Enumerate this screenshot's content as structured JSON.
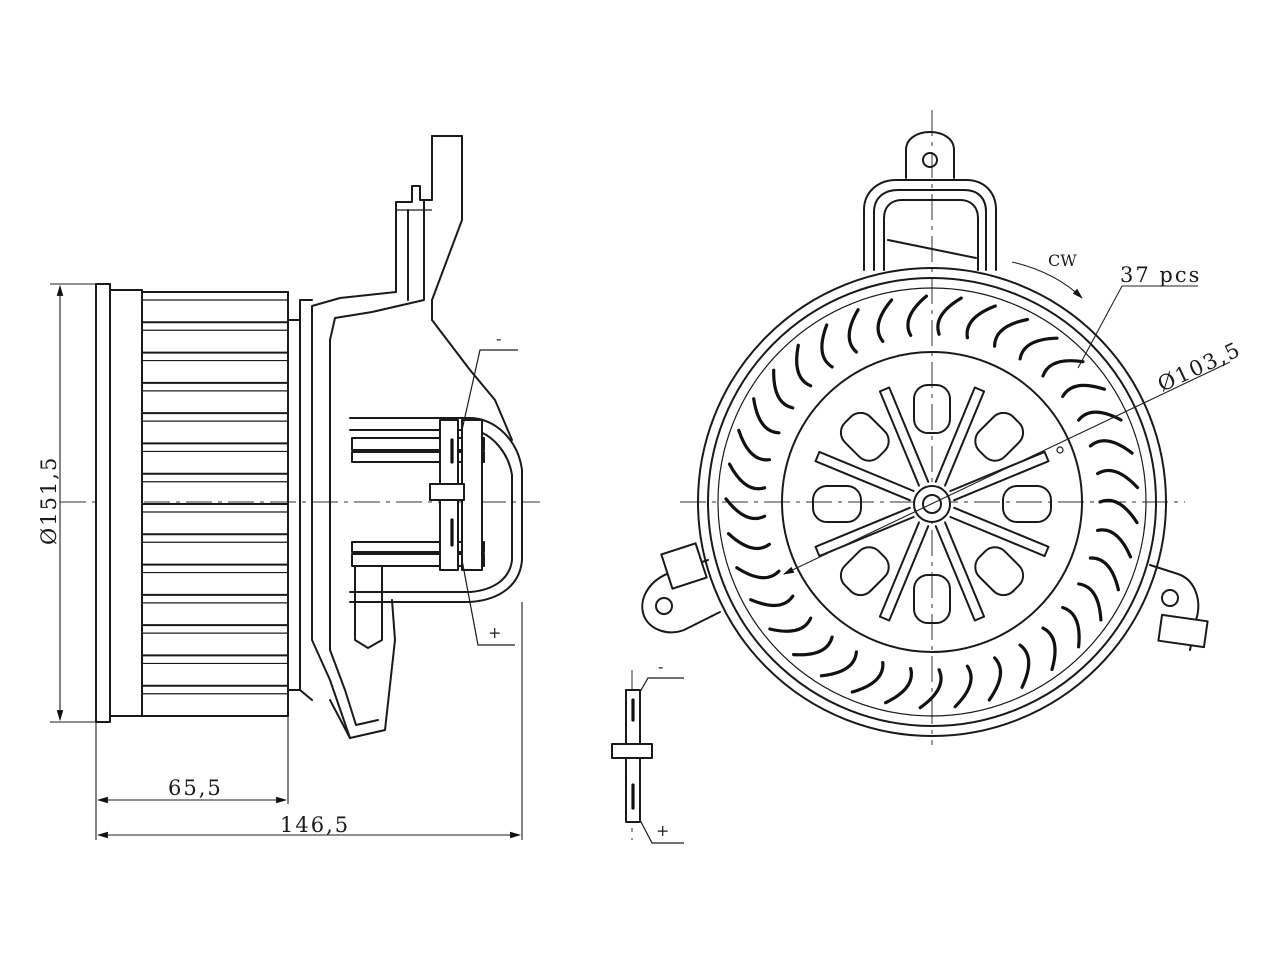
{
  "dimensions": {
    "overall_diameter": "Ø151,5",
    "wheel_width": "65,5",
    "overall_length": "146,5",
    "wheel_diameter": "Ø103,5"
  },
  "annotations": {
    "rotation": "CW",
    "blade_count": "37 pcs",
    "minus": "-",
    "plus": "+"
  },
  "fan": {
    "blade_count": 37,
    "rotation_direction": "clockwise"
  }
}
